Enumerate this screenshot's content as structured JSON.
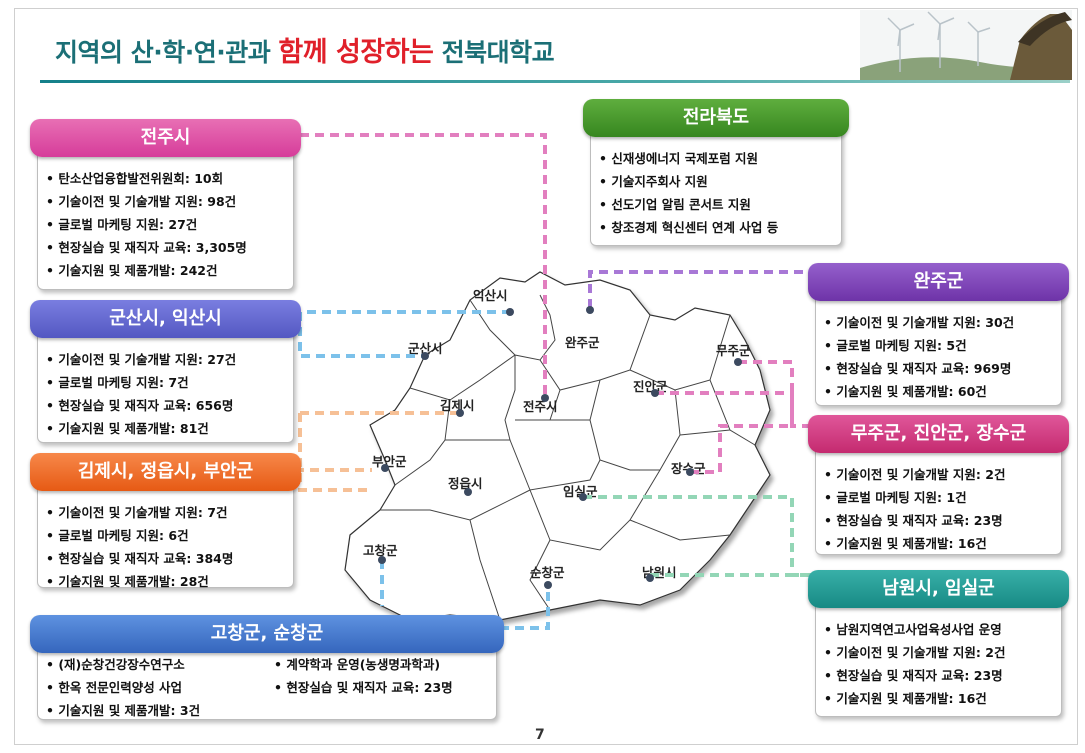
{
  "title": {
    "prefix": "지역의 산·학·연·관과",
    "highlight": "함께 성장하는",
    "suffix": "전북대학교"
  },
  "page_number": "7",
  "colors": {
    "teal": "#1b6f76",
    "red": "#e0202a",
    "pink": "#d63c9a",
    "blue": "#5b5fc9",
    "orange": "#ee6a1e",
    "green": "#3f9a2c",
    "purple": "#7a3fb3",
    "magenta": "#c83278",
    "tealbox": "#1f9a94",
    "navy": "#3a6fc0"
  },
  "boxes": {
    "jeonju": {
      "title": "전주시",
      "items": [
        "탄소산업융합발전위원회: 10회",
        "기술이전 및 기술개발 지원: 98건",
        "글로벌 마케팅 지원: 27건",
        "현장실습 및 재직자 교육: 3,305명",
        "기술지원 및 제품개발: 242건"
      ]
    },
    "gunsan": {
      "title": "군산시, 익산시",
      "items": [
        "기술이전 및 기술개발 지원: 27건",
        "글로벌 마케팅 지원: 7건",
        "현장실습 및 재직자 교육: 656명",
        "기술지원 및 제품개발: 81건"
      ]
    },
    "gimje": {
      "title": "김제시, 정읍시, 부안군",
      "items": [
        "기술이전 및 기술개발 지원: 7건",
        "글로벌 마케팅 지원: 6건",
        "현장실습 및 재직자 교육: 384명",
        "기술지원 및 제품개발: 28건"
      ]
    },
    "gochang": {
      "title": "고창군, 순창군",
      "col1": [
        "(재)순창건강장수연구소",
        "한옥 전문인력양성 사업",
        "기술지원 및 제품개발: 3건"
      ],
      "col2": [
        "계약학과 운영(농생명과학과)",
        "현장실습 및 재직자 교육: 23명"
      ]
    },
    "jeonbuk": {
      "title": "전라북도",
      "items": [
        "신재생에너지 국제포럼 지원",
        "기술지주회사 지원",
        "선도기업 알림 콘서트 지원",
        "창조경제 혁신센터 연계 사업 등"
      ]
    },
    "wanju": {
      "title": "완주군",
      "items": [
        "기술이전 및 기술개발 지원: 30건",
        "글로벌 마케팅 지원: 5건",
        "현장실습 및 재직자 교육: 969명",
        "기술지원 및 제품개발: 60건"
      ]
    },
    "muju": {
      "title": "무주군, 진안군, 장수군",
      "items": [
        "기술이전 및 기술개발 지원: 2건",
        "글로벌 마케팅 지원: 1건",
        "현장실습 및 재직자 교육: 23명",
        "기술지원 및 제품개발: 16건"
      ]
    },
    "namwon": {
      "title": "남원시, 임실군",
      "items": [
        "남원지역연고사업육성사업 운영",
        "기술이전 및 기술개발 지원: 2건",
        "현장실습 및 재직자 교육: 23명",
        "기술지원 및 제품개발: 16건"
      ]
    }
  },
  "map_labels": {
    "iksan": "익산시",
    "gunsan": "군산시",
    "wanju": "완주군",
    "muju": "무주군",
    "jinan": "진안군",
    "gimje": "김제시",
    "jeonju": "전주시",
    "buan": "부안군",
    "jeongeup": "정읍시",
    "jangsu": "장수군",
    "imsil": "임실군",
    "gochang": "고창군",
    "sunchang": "순창군",
    "namwon": "남원시"
  }
}
